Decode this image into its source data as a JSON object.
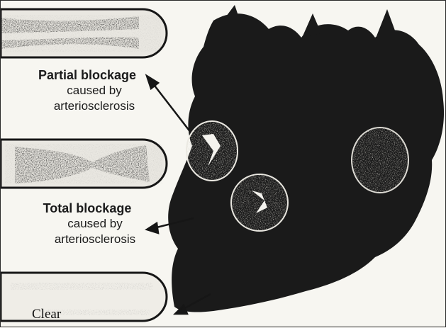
{
  "labels": {
    "partial": {
      "head": "Partial blockage",
      "line1": "caused by",
      "line2": "arteriosclerosis"
    },
    "total": {
      "head": "Total blockage",
      "line1": "caused by",
      "line2": "arteriosclerosis"
    },
    "clear": "Clear"
  },
  "colors": {
    "ink": "#161616",
    "paper": "#f7f6f1",
    "heart": "#1a1a1a"
  }
}
